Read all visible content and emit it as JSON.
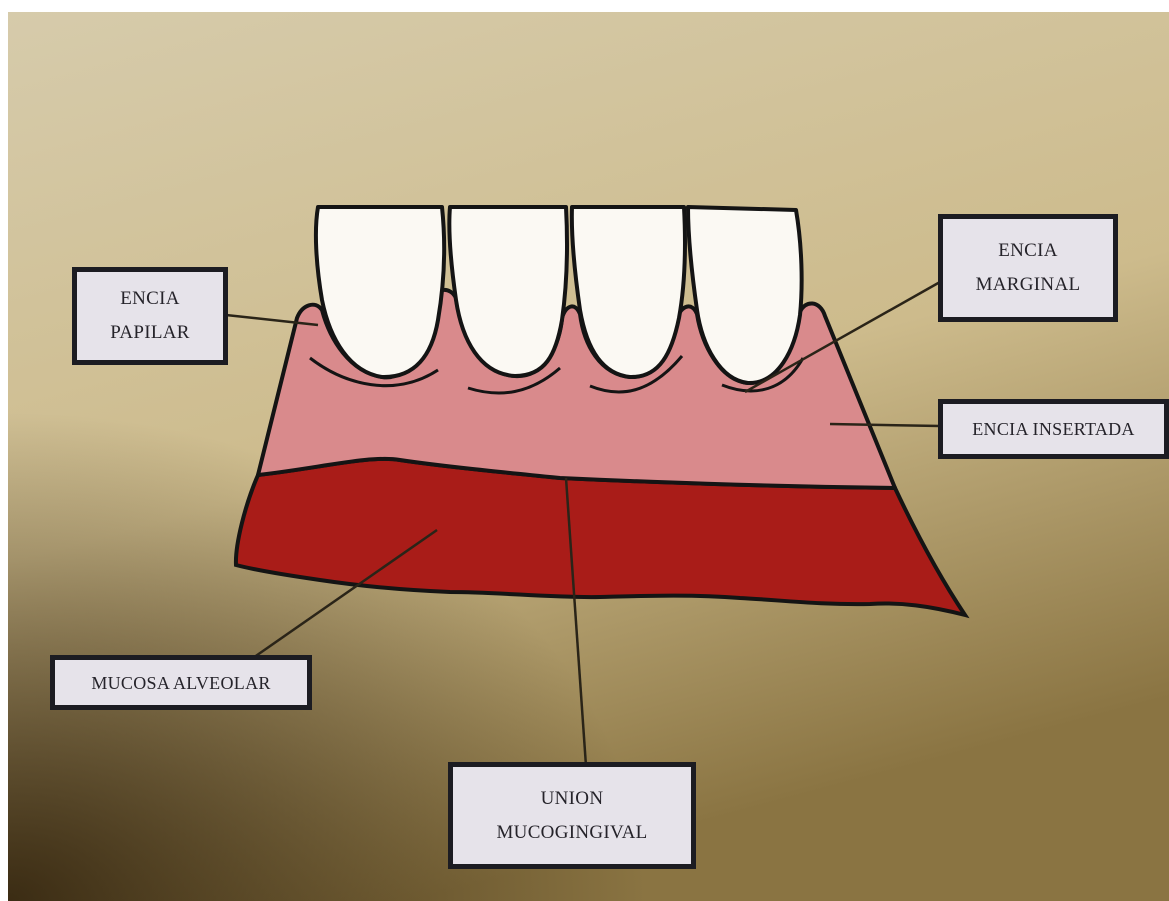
{
  "labels": {
    "encia_papilar": {
      "line1": "ENCIA",
      "line2": "PAPILAR"
    },
    "encia_marginal": {
      "line1": "ENCIA",
      "line2": "MARGINAL"
    },
    "encia_insertada": {
      "text": "ENCIA INSERTADA"
    },
    "mucosa_alveolar": {
      "text": "MUCOSA ALVEOLAR"
    },
    "union_mucogingival": {
      "line1": "UNION",
      "line2": "MUCOGINGIVAL"
    }
  },
  "colors": {
    "paper": "#d9c9a0",
    "attached_gingiva": "#d98a8c",
    "alveolar_mucosa": "#a91c18",
    "tooth": "#fbf9f3",
    "outline": "#141414",
    "label_fill": "#e6e3ea",
    "label_border": "#1c1c22"
  }
}
